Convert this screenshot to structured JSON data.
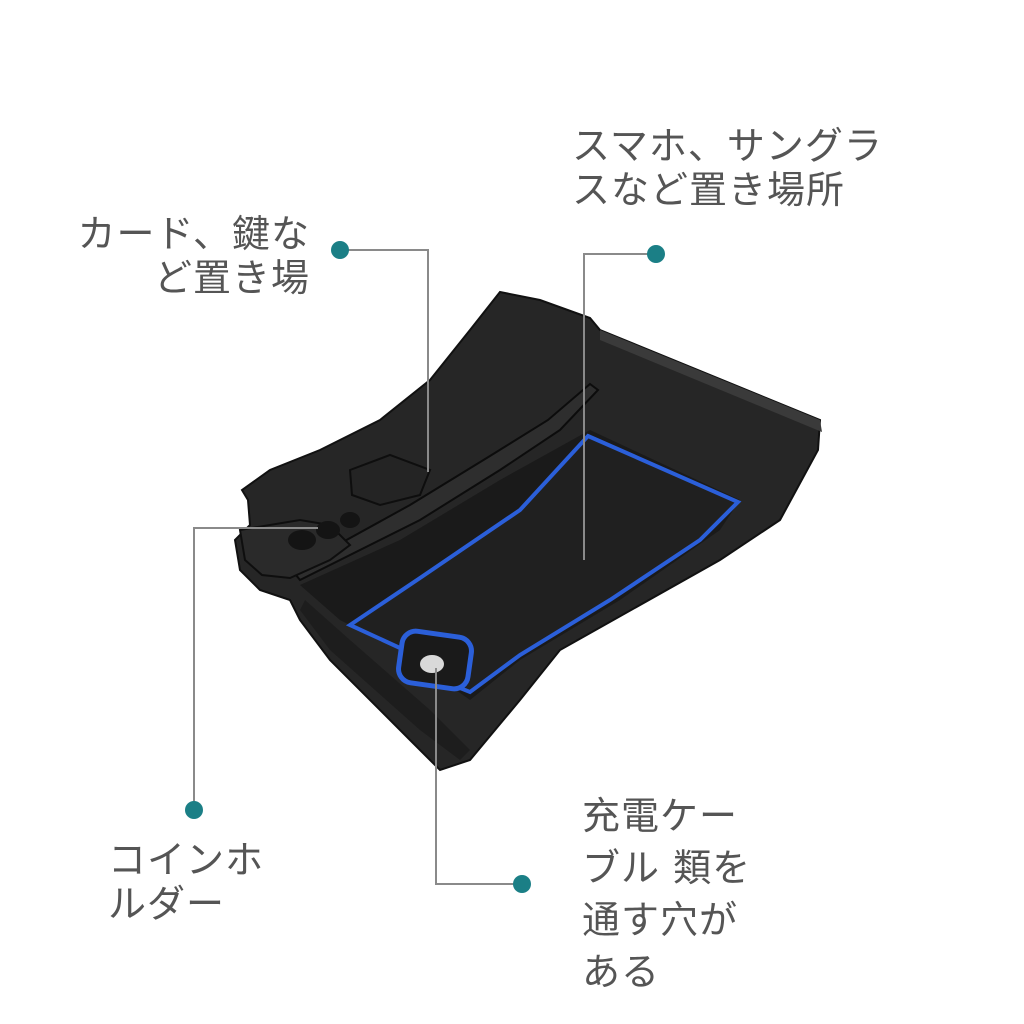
{
  "callouts": {
    "card_keys": {
      "line1": "カード、鍵な",
      "line2": "ど置き場"
    },
    "phone_sunglasses": {
      "line1": "スマホ、サングラ",
      "line2": "スなど置き場所"
    },
    "coin_holder": {
      "line1": "コインホ",
      "line2": "ルダー"
    },
    "cable_hole": {
      "line1": "充電ケー",
      "line2": "ブル 類を",
      "line3": "通す穴が",
      "line4": "ある"
    }
  },
  "colors": {
    "callout_dot": "#1b7f86",
    "leader_line": "#8a8a8a",
    "text": "#555555",
    "tray_body": "#1e1e1e",
    "mat_trim": "#2b5fd9"
  }
}
